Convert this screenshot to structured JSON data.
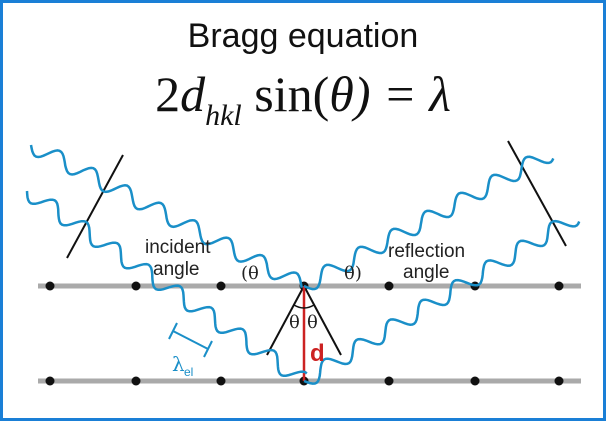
{
  "title": "Bragg equation",
  "equation": {
    "coef": "2",
    "var": "d",
    "subscript": "hkl",
    "func": " sin(",
    "angle": "θ",
    "rhs": ") = λ"
  },
  "labels": {
    "incident_line1": "incident",
    "incident_line2": "angle",
    "reflection_line1": "reflection",
    "reflection_line2": "angle",
    "theta": "θ",
    "theta_left": "(θ",
    "theta_right": "θ)",
    "spacing": "d",
    "wavelength": "λ",
    "wavelength_sub": "el"
  },
  "colors": {
    "frame": "#1a7fd6",
    "wave": "#1a8fc8",
    "spacing": "#cc2222",
    "lattice_line": "#aaaaaa",
    "atom": "#111111"
  }
}
